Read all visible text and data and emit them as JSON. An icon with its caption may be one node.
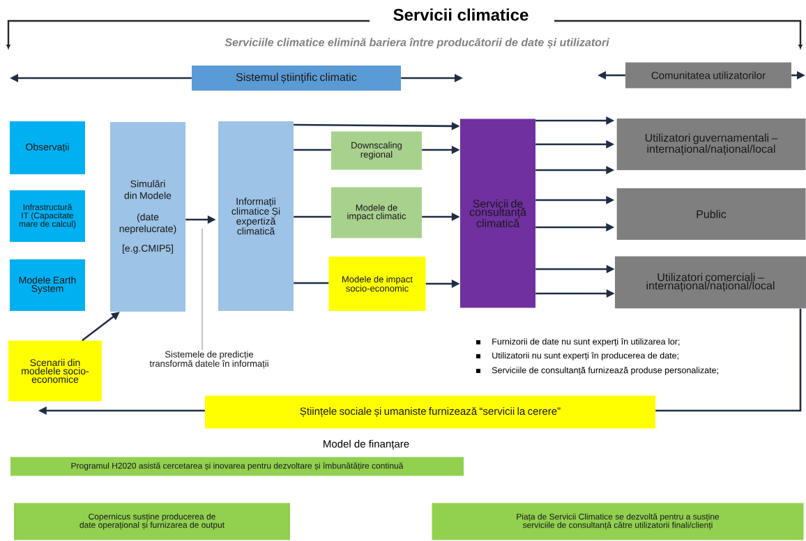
{
  "diagram": {
    "title": "Servicii climatice",
    "nodes": [
      {
        "text": [
          "Sistemul științific climatic"
        ]
      },
      {
        "text": [
          "Comunitatea utilizatorilor"
        ]
      },
      {
        "text": [
          "Observații"
        ]
      },
      {
        "text": [
          "Infrastructură IT (Capacitate mare de calcul)"
        ]
      },
      {
        "text": [
          "Modele Earth System"
        ]
      },
      {
        "text": [
          "Simulări din Modele",
          "(date neprelucrate)",
          "[e.g.CMIP5]"
        ]
      },
      {
        "text": [
          "Informații climatice Și expertiză climatică"
        ]
      },
      {
        "text": [
          "Downscaling regional"
        ]
      },
      {
        "text": [
          "Modele de impact climatic"
        ]
      },
      {
        "text": [
          "Modele de impact socio-economic"
        ]
      },
      {
        "text": [
          "Servicii de consultanță climatică"
        ]
      },
      {
        "text": [
          "Utilizatori guvernamentali – internațional/național/local"
        ]
      },
      {
        "text": [
          "Public"
        ]
      },
      {
        "text": [
          "Utilizatori comerciali – internațional/național/local"
        ]
      },
      {
        "text": [
          "Scenarii din modelele socio-economice"
        ]
      },
      {
        "text": [
          "Sistemele de predicție transformă datele în informații"
        ]
      },
      {
        "text": [
          "Științele sociale și umaniste furnizează “servicii la cerere”"
        ]
      },
      {
        "text": [
          "Programul H2020 asistă cercetarea și inovarea pentru dezvoltare și îmbunătățire continuă"
        ]
      },
      {
        "text": [
          "Copernicus susține producerea de date operațional și furnizarea de output"
        ]
      },
      {
        "text": [
          "Piața de Servicii Climatice se dezvoltă pentru a susține serviciile de consultanță către utilizatorii finali/clienți"
        ]
      }
    ],
    "edges": [
      {
        "from": 0,
        "to": null,
        "arrow": "to"
      },
      {
        "from": 0,
        "to": null,
        "arrow": "to"
      },
      {
        "from": 1,
        "to": null,
        "arrow": "to"
      },
      {
        "from": 1,
        "to": null,
        "arrow": "to"
      },
      {
        "from": 14,
        "to": 5,
        "arrow": "to"
      },
      {
        "from": 5,
        "to": 6,
        "arrow": "to"
      },
      {
        "from": 6,
        "to": 10,
        "arrow": "to"
      },
      {
        "from": 6,
        "to": 7,
        "arrow": "none"
      },
      {
        "from": 7,
        "to": 10,
        "arrow": "to"
      },
      {
        "from": 6,
        "to": 8,
        "arrow": "none"
      },
      {
        "from": 8,
        "to": 10,
        "arrow": "to"
      },
      {
        "from": 6,
        "to": 9,
        "arrow": "none"
      },
      {
        "from": 9,
        "to": 10,
        "arrow": "to"
      },
      {
        "from": 10,
        "to": 11,
        "arrow": "to"
      },
      {
        "from": 10,
        "to": 11,
        "arrow": "to"
      },
      {
        "from": 10,
        "to": 11,
        "arrow": "to"
      },
      {
        "from": 10,
        "to": 12,
        "arrow": "to"
      },
      {
        "from": 10,
        "to": 12,
        "arrow": "to"
      },
      {
        "from": 10,
        "to": 13,
        "arrow": "to"
      },
      {
        "from": 10,
        "to": 13,
        "arrow": "to"
      },
      {
        "from": 13,
        "to": 16,
        "arrow": "none"
      },
      {
        "from": 16,
        "to": 14,
        "arrow": "to"
      },
      {
        "from": 15,
        "to": null,
        "arrow": "none",
        "color": "#a6a6a6"
      }
    ],
    "labels": [
      "Serviciile climatice elimină bariera între producătorii de date și utilizatori",
      "Furnizorii de date nu sunt experți în utilizarea lor;",
      "Utilizatorii nu sunt experți în producerea de date;",
      "Serviciile de consultanță furnizează produse personalizate;",
      "Model de finanțare"
    ]
  }
}
